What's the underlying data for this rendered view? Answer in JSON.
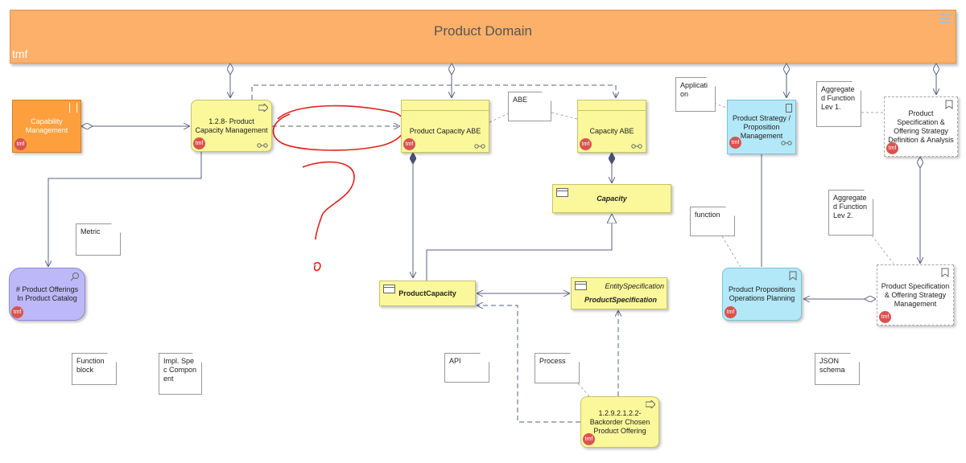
{
  "domain": {
    "title": "Product Domain",
    "tmf": "tmf"
  },
  "nodes": {
    "capability_mgmt": "Capability Management",
    "product_capacity_mgmt": "1.2.8- Product Capacity Management",
    "product_capacity_abe": "Product Capacity ABE",
    "capacity_abe": "Capacity ABE",
    "capacity_class": "Capacity",
    "product_capacity_class": "ProductCapacity",
    "entity_spec_stereotype": "EntitySpecification",
    "product_spec_class": "ProductSpecification",
    "product_offerings_metric": "# Product Offerings In Product Catalog",
    "backorder": "1.2.9.2.1.2.2- Backorder Chosen Product Offering",
    "product_strategy": "Product Strategy / Proposition Management",
    "product_propositions": "Product Propositions Operations Planning",
    "spec_strategy_lev1": "Product Specification & Offering Strategy Definition & Analysis",
    "spec_strategy_mgmt": "Product Specification & Offering Strategy Management"
  },
  "notes": {
    "abe": "ABE",
    "metric": "Metric",
    "application": "Application",
    "aggregated_lev1": "Aggregated Function Lev 1.",
    "aggregated_lev2": "Aggregated Function Lev 2.",
    "function": "function",
    "function_block": "Function block",
    "impl_spec": "Impl. Spec Component",
    "api": "API",
    "process": "Process",
    "json_schema": "JSON schema"
  },
  "badge": "tmf",
  "colors": {
    "domain": "#fdb06a",
    "yellow": "#fbf89b",
    "orange": "#fc9f3c",
    "blue": "#b3e8f8",
    "purple": "#bdb8f7",
    "connector": "#5a6280",
    "annotation": "#e0221b"
  }
}
